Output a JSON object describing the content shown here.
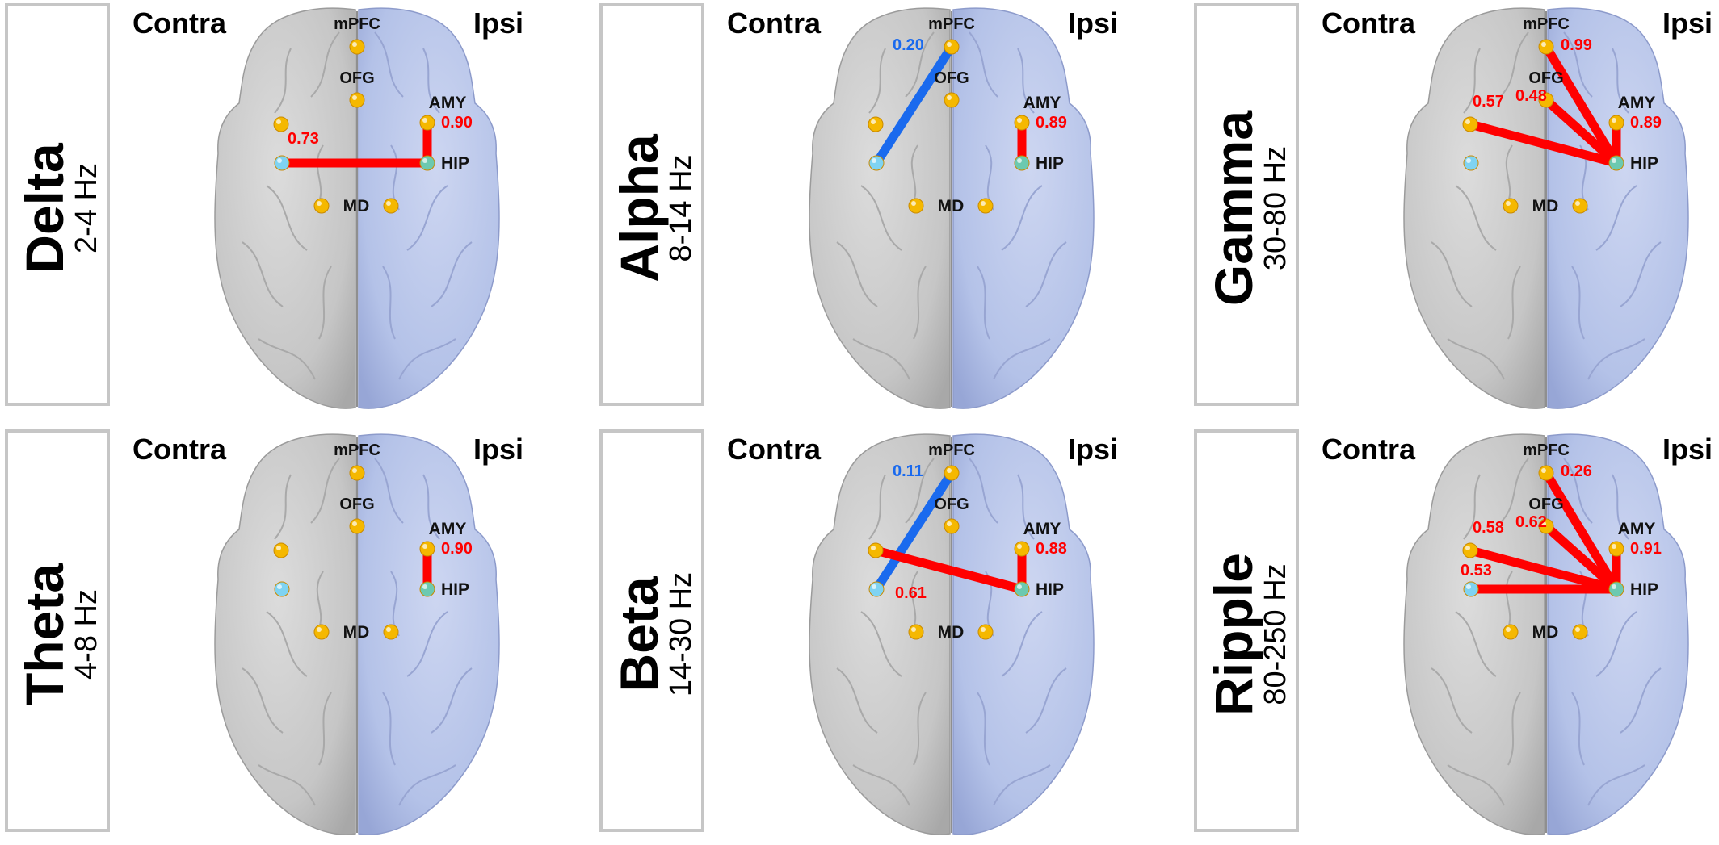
{
  "hemispheres": {
    "contra": "Contra",
    "ipsi": "Ipsi"
  },
  "node_labels": {
    "mPFC": "mPFC",
    "OFG": "OFG",
    "AMY": "AMY",
    "HIP": "HIP",
    "MD": "MD"
  },
  "colors": {
    "positive_edge": "#ff0000",
    "negative_edge": "#1a6aee",
    "node_orange": "#f5b800",
    "node_cyan": "#7fd3f2",
    "node_teal": "#6cc9b0",
    "contra_hemisphere": "#c6c6c6",
    "ipsi_hemisphere": "#b4c2e8"
  },
  "panels": [
    {
      "band": "Delta",
      "range": "2-4 Hz",
      "edges": [
        {
          "from": "cHIP",
          "to": "iHIP",
          "value": "0.73",
          "sign": "positive"
        },
        {
          "from": "iAMY",
          "to": "iHIP",
          "value": "0.90",
          "sign": "positive"
        }
      ]
    },
    {
      "band": "Alpha",
      "range": "8-14 Hz",
      "edges": [
        {
          "from": "cHIP",
          "to": "mPFC",
          "value": "0.20",
          "sign": "negative"
        },
        {
          "from": "iAMY",
          "to": "iHIP",
          "value": "0.89",
          "sign": "positive"
        }
      ]
    },
    {
      "band": "Gamma",
      "range": "30-80 Hz",
      "edges": [
        {
          "from": "mPFC",
          "to": "iHIP",
          "value": "0.99",
          "sign": "positive"
        },
        {
          "from": "OFG",
          "to": "iHIP",
          "value": "0.48",
          "sign": "positive"
        },
        {
          "from": "cAMY",
          "to": "iHIP",
          "value": "0.57",
          "sign": "positive"
        },
        {
          "from": "iAMY",
          "to": "iHIP",
          "value": "0.89",
          "sign": "positive"
        }
      ]
    },
    {
      "band": "Theta",
      "range": "4-8 Hz",
      "edges": [
        {
          "from": "iAMY",
          "to": "iHIP",
          "value": "0.90",
          "sign": "positive"
        }
      ]
    },
    {
      "band": "Beta",
      "range": "14-30 Hz",
      "edges": [
        {
          "from": "cHIP",
          "to": "mPFC",
          "value": "0.11",
          "sign": "negative"
        },
        {
          "from": "cAMY",
          "to": "iHIP",
          "value": "0.61",
          "sign": "positive"
        },
        {
          "from": "iAMY",
          "to": "iHIP",
          "value": "0.88",
          "sign": "positive"
        }
      ]
    },
    {
      "band": "Ripple",
      "range": "80-250 Hz",
      "edges": [
        {
          "from": "mPFC",
          "to": "iHIP",
          "value": "0.26",
          "sign": "positive"
        },
        {
          "from": "OFG",
          "to": "iHIP",
          "value": "0.62",
          "sign": "positive"
        },
        {
          "from": "cAMY",
          "to": "iHIP",
          "value": "0.58",
          "sign": "positive"
        },
        {
          "from": "cHIP",
          "to": "iHIP",
          "value": "0.53",
          "sign": "positive"
        },
        {
          "from": "iAMY",
          "to": "iHIP",
          "value": "0.91",
          "sign": "positive"
        }
      ]
    }
  ]
}
